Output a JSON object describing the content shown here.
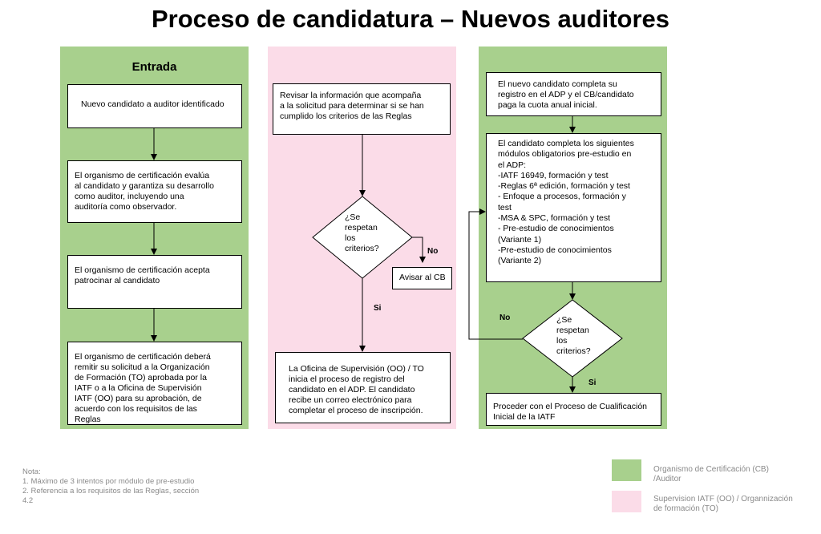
{
  "title": "Proceso de candidatura – Nuevos auditores",
  "colors": {
    "green": "#a8d08d",
    "pink": "#fbdce8",
    "border": "#000000"
  },
  "lanes": {
    "left_header": "Entrada"
  },
  "boxes": {
    "b1": "Nuevo candidato a auditor identificado",
    "b2": "El organismo de certificación evalúa\nal candidato y garantiza su desarrollo\ncomo auditor, incluyendo una\nauditoría como observador.",
    "b3": "El organismo de certificación acepta\npatrocinar al candidato",
    "b4": "El organismo de certificación deberá\nremitir su solicitud a la Organización\nde Formación (TO) aprobada por la\nIATF o a la Oficina de Supervisión\nIATF (OO)  para su aprobación, de\nacuerdo con los requisitos de las\nReglas",
    "m1": "Revisar la información que acompaña\na la solicitud para determinar si se han\ncumplido los criterios de las Reglas",
    "m2": "Avisar al CB",
    "m3": "La Oficina de Supervisión (OO) / TO\ninicia el proceso de registro del\ncandidato en el ADP. El candidato\nrecibe un correo electrónico para\ncompletar el proceso de inscripción.",
    "r1": "El nuevo candidato completa su\nregistro en el ADP y el CB/candidato\npaga la cuota anual inicial.",
    "r2": "El candidato completa los siguientes\nmódulos obligatorios pre-estudio en\nel ADP:\n-IATF 16949, formación y test\n-Reglas 6ª edición, formación y test\n- Enfoque a procesos, formación y\ntest\n-MSA & SPC, formación y test\n- Pre-estudio de conocimientos\n(Variante 1)\n-Pre-estudio de conocimientos\n(Variante 2)",
    "r3": "Proceder con el Proceso de Cualificación\nInicial de la IATF"
  },
  "decisions": {
    "d1": "¿Se\nrespetan\nlos\ncriterios?",
    "d2": "¿Se\nrespetan\nlos\ncriterios?"
  },
  "labels": {
    "no": "No",
    "si": "Si"
  },
  "note": "Nota:\n1. Máximo de 3 intentos por módulo de pre-estudio\n2. Referencia a los requisitos de las Reglas, sección\n4.2",
  "legend": [
    {
      "label": "Organismo de Certificación (CB)\n/Auditor",
      "color": "#a8d08d"
    },
    {
      "label": "Supervision IATF (OO) / Organnización\nde formación (TO)",
      "color": "#fbdce8"
    }
  ]
}
